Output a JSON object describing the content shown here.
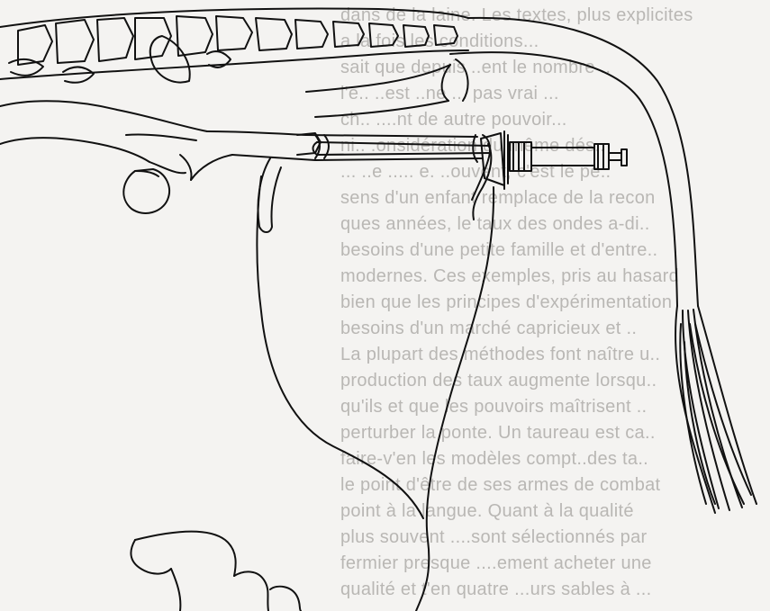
{
  "background_text": {
    "lines": [
      "dans de la laine. Les textes, plus explicites",
      "a la fois les conditions...",
      "sait que depuis ..ent le nombre ..",
      "l'e.. ..est ..ne ... pas vrai ...",
      "ch.. ....nt  de  autre  pouvoir...",
      "ni..  .onsidération  du  même  dés..",
      "... ..e ..... e. ..ouvent,  c'est le pe..",
      "sens d'un enfant remplace de la recon",
      "ques années, le taux des ondes a-di..",
      "besoins d'une petite famille et d'entre..",
      "modernes. Ces exemples, pris au hasard",
      "bien que les principes d'expérimentation",
      "besoins d'un marché capricieux et ..",
      "La plupart des méthodes font naître u..",
      "production des taux augmente lorsqu..",
      "qu'ils et que les pouvoirs maîtrisent ..",
      "perturber la ponte. Un taureau est ca..",
      "faire-v'en les modèles compt..des ta..",
      "le point d'être de ses armes de combat",
      "point à la langue. Quant à la qualité",
      "plus souvent ....sont sélectionnés par",
      "fermier presque ....ement acheter une",
      "qualité et t'en quatre ...urs sables à ..."
    ]
  },
  "diagram": {
    "subject": "bovine artificial insemination",
    "parts": [
      "spine",
      "rectum",
      "uterus",
      "ovary",
      "cervix",
      "vagina",
      "vulva",
      "insemination-pipette",
      "syringe",
      "tail",
      "udder"
    ]
  },
  "colors": {
    "background": "#f4f3f1",
    "ink": "#111111",
    "ghost_text": "#b9b7b4"
  }
}
